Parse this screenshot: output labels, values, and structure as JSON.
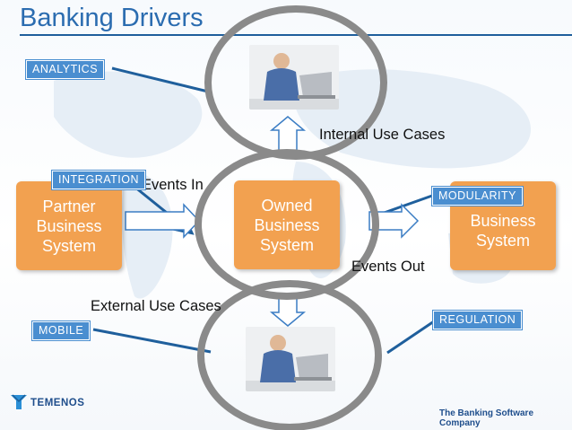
{
  "title": "Banking Drivers",
  "tags": {
    "analytics": "ANALYTICS",
    "integration": "INTEGRATION",
    "modularity": "MODULARITY",
    "mobile": "MOBILE",
    "regulation": "REGULATION"
  },
  "boxes": {
    "partner": [
      "Partner",
      "Business",
      "System"
    ],
    "owned": [
      "Owned",
      "Business",
      "System"
    ],
    "right": [
      "Business",
      "System"
    ]
  },
  "labels": {
    "internal": "Internal Use Cases",
    "events_in": "Events In",
    "events_out": "Events Out",
    "external": "External Use Cases"
  },
  "footer": {
    "brand": "TEMENOS",
    "tagline": "The Banking Software Company"
  },
  "colors": {
    "accent": "#2b6cb0",
    "tag_blue": "#4a8ed0",
    "box_orange": "#f2a150",
    "ring_gray": "#8a8a8a"
  }
}
